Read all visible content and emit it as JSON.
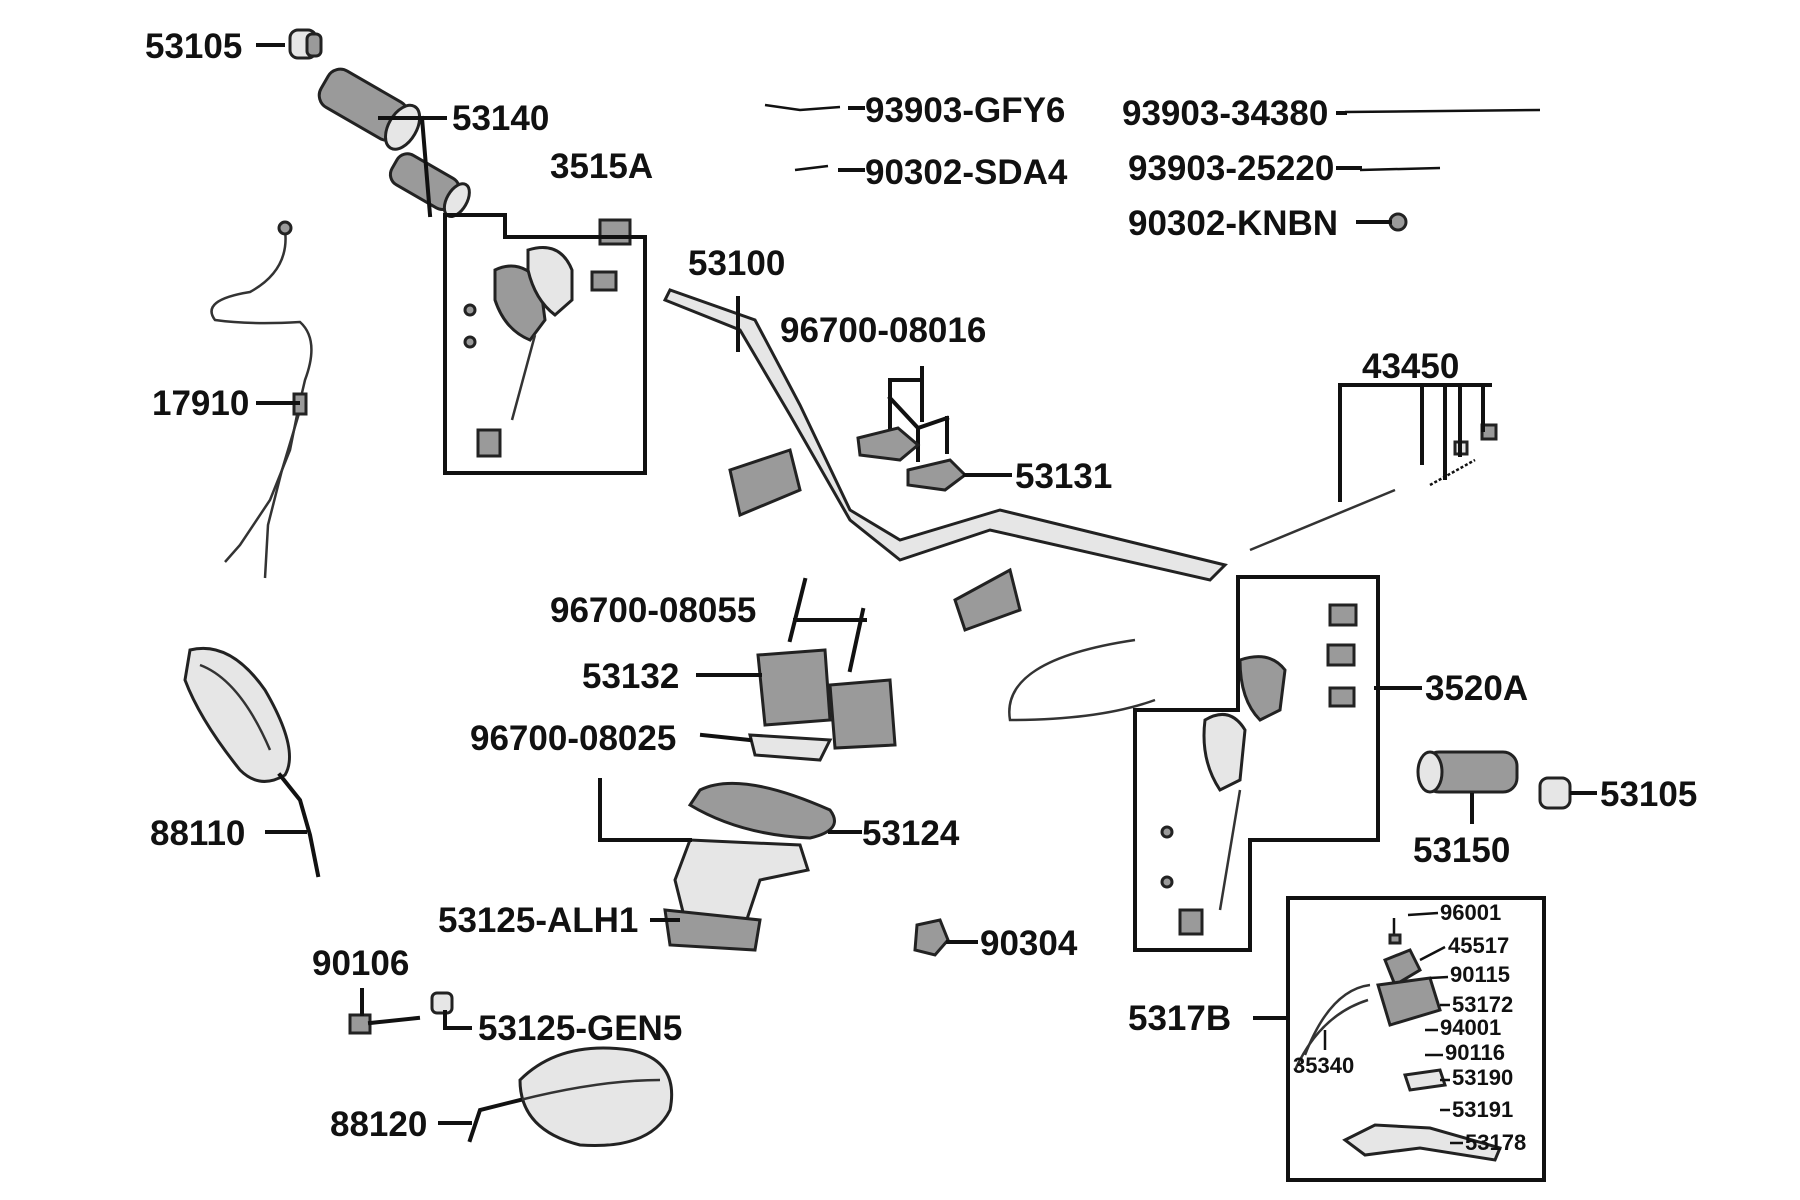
{
  "labels": {
    "p53105_a": "53105",
    "p53140": "53140",
    "p3515A": "3515A",
    "p17910": "17910",
    "p88110": "88110",
    "p90106": "90106",
    "p53125_GEN5": "53125-GEN5",
    "p88120": "88120",
    "p93903_GFY6": "93903-GFY6",
    "p90302_SDA4": "90302-SDA4",
    "p93903_34380": "93903-34380",
    "p93903_25220": "93903-25220",
    "p90302_KNBN": "90302-KNBN",
    "p53100": "53100",
    "p96700_08016": "96700-08016",
    "p53131": "53131",
    "p43450": "43450",
    "p96700_08055": "96700-08055",
    "p53132": "53132",
    "p96700_08025": "96700-08025",
    "p53124": "53124",
    "p53125_ALH1": "53125-ALH1",
    "p90304": "90304",
    "p3520A": "3520A",
    "p53105_b": "53105",
    "p53150": "53150",
    "p5317B": "5317B",
    "p35340": "35340",
    "p96001": "96001",
    "p45517": "45517",
    "p90115": "90115",
    "p53172": "53172",
    "p94001": "94001",
    "p90116": "90116",
    "p53190": "53190",
    "p53191": "53191",
    "p53178": "53178"
  }
}
